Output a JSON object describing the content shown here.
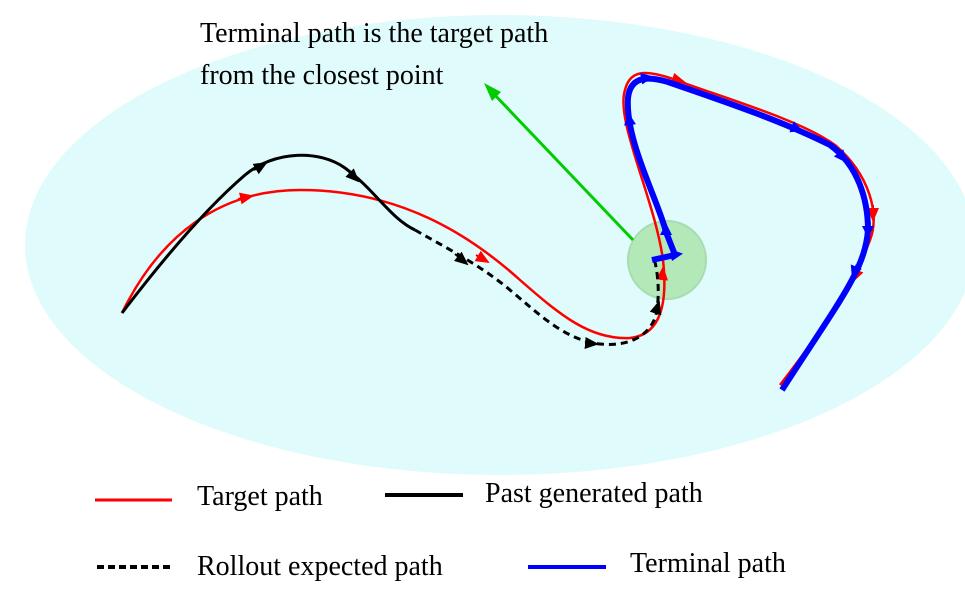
{
  "annotation": {
    "line1": "Terminal path is the target path",
    "line2": "from the closest point"
  },
  "legend": {
    "target": "Target path",
    "past": "Past generated path",
    "rollout": "Rollout expected path",
    "terminal": "Terminal path"
  },
  "colors": {
    "background_region": "#e0fbfb",
    "target_path": "#ff0000",
    "past_path": "#000000",
    "rollout_path": "#000000",
    "terminal_path": "#0000ff",
    "closest_point_highlight": "#b3e8b8",
    "annotation_arrow": "#00cc00"
  }
}
